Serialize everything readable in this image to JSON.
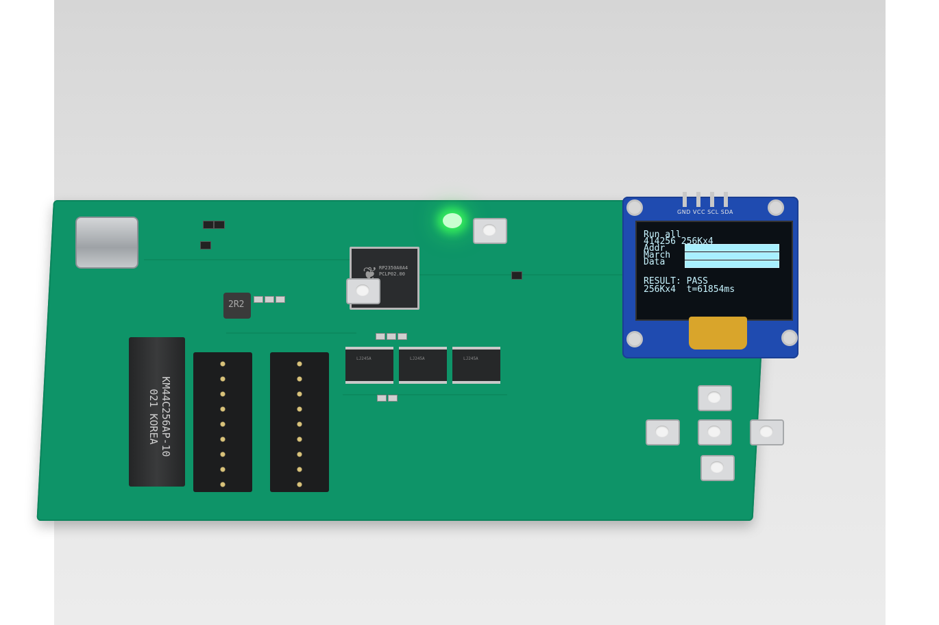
{
  "image_description_visible_text": true,
  "oled": {
    "lines": [
      "Run all",
      "414256 256Kx4",
      "Addr",
      "March",
      "Data",
      "RESULT: PASS",
      "256Kx4  t=61854ms"
    ],
    "bar_levels": [
      1.0,
      1.0,
      1.0
    ],
    "text_color": "#c8f4ff"
  },
  "oled_header_label": "GND VCC SCL SDA",
  "dram_chip_label": [
    "KM44C256AP-10",
    "021 KOREA"
  ],
  "mcu_label": [
    "RP2350A0A4",
    "PCLP02.00"
  ],
  "inductor_label": "2R2",
  "buffer_labels": [
    "LJ245A",
    "LJ245A",
    "LJ245A"
  ],
  "colors": {
    "pcb": "#0e9468",
    "led": "#3cff5a",
    "oled_module": "#1f4bb0"
  }
}
